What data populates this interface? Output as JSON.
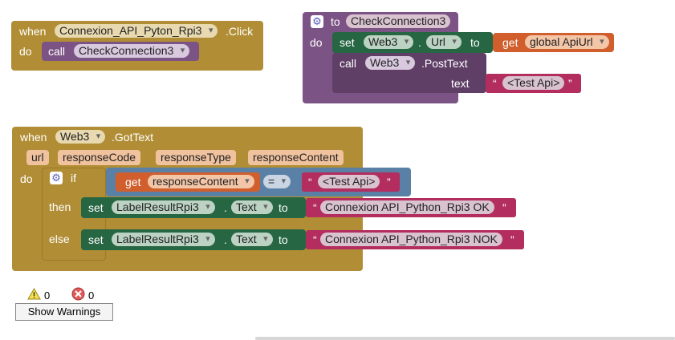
{
  "block1": {
    "when": "when",
    "component": "Connexion_API_Pyton_Rpi3",
    "event": ".Click",
    "do": "do",
    "call": "call",
    "procedure": "CheckConnection3"
  },
  "block2": {
    "to": "to",
    "name": "CheckConnection3",
    "do": "do",
    "set": "set",
    "component": "Web3",
    "dot": ".",
    "property": "Url",
    "to2": "to",
    "get": "get",
    "variable": "global ApiUrl",
    "call": "call",
    "component2": "Web3",
    "method": ".PostText",
    "text_label": "text",
    "text_value": "<Test Api>",
    "quote_open": "“",
    "quote_close": "”"
  },
  "block3": {
    "when": "when",
    "component": "Web3",
    "event": ".GotText",
    "params": [
      "url",
      "responseCode",
      "responseType",
      "responseContent"
    ],
    "do": "do",
    "if": "if",
    "then": "then",
    "else": "else",
    "get": "get",
    "get_var": "responseContent",
    "op": "=",
    "compare_text": "<Test Api>",
    "set": "set",
    "then_component": "LabelResultRpi3",
    "dot": ".",
    "then_property": "Text",
    "to": "to",
    "then_text": "Connexion API_Python_Rpi3 OK",
    "else_component": "LabelResultRpi3",
    "else_property": "Text",
    "else_text": "Connexion API_Python_Rpi3 NOK",
    "quote_open": "“",
    "quote_close": "”"
  },
  "warnings": {
    "warning_count": "0",
    "error_count": "0",
    "button": "Show Warnings"
  }
}
